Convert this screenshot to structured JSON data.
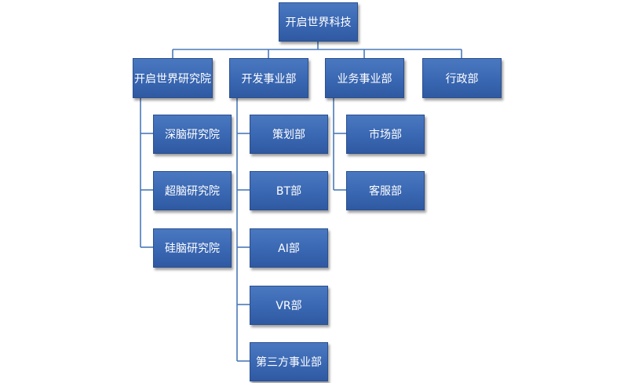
{
  "org": {
    "root": "开启世界科技",
    "departments": [
      {
        "name": "开启世界研究院",
        "children": [
          "深脑研究院",
          "超脑研究院",
          "硅脑研究院"
        ]
      },
      {
        "name": "开发事业部",
        "children": [
          "策划部",
          "BT部",
          "AI部",
          "VR部",
          "第三方事业部"
        ]
      },
      {
        "name": "业务事业部",
        "children": [
          "市场部",
          "客服部"
        ]
      },
      {
        "name": "行政部",
        "children": []
      }
    ]
  },
  "colors": {
    "box_fill": "#3a67b2",
    "box_border": "#2a4f8e",
    "connector": "#4a7ab8",
    "text": "#ffffff"
  }
}
